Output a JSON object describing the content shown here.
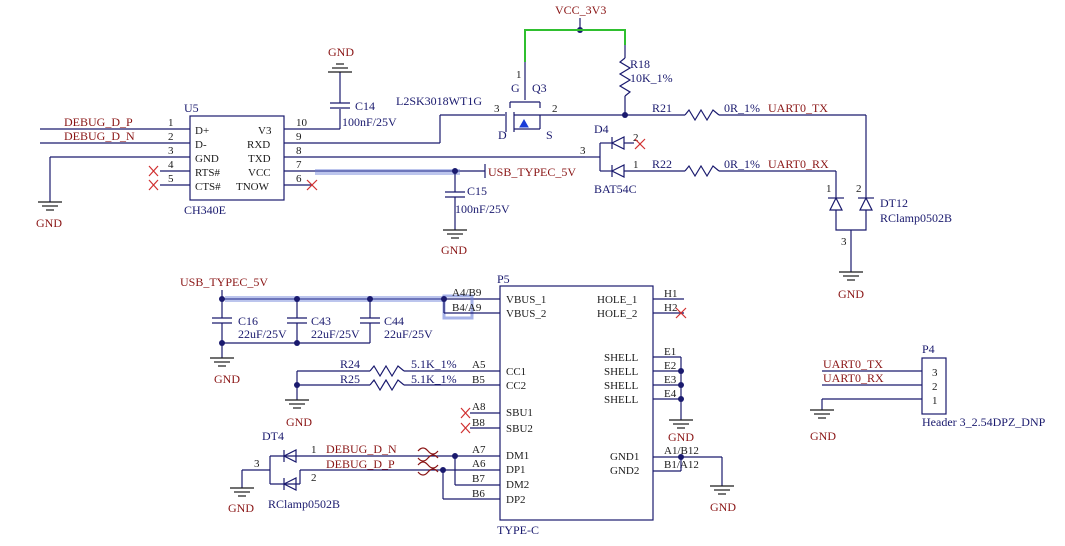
{
  "power": {
    "vcc": "VCC_3V3",
    "usb_5v": "USB_TYPEC_5V",
    "gnd": "GND"
  },
  "u5": {
    "ref": "U5",
    "part": "CH340E",
    "pins_left": [
      {
        "num": "1",
        "name": "D+"
      },
      {
        "num": "2",
        "name": "D-"
      },
      {
        "num": "3",
        "name": "GND"
      },
      {
        "num": "4",
        "name": "RTS#"
      },
      {
        "num": "5",
        "name": "CTS#"
      }
    ],
    "pins_right": [
      {
        "num": "10",
        "name": "V3"
      },
      {
        "num": "9",
        "name": "RXD"
      },
      {
        "num": "8",
        "name": "TXD"
      },
      {
        "num": "7",
        "name": "VCC"
      },
      {
        "num": "6",
        "name": "TNOW"
      }
    ]
  },
  "nets": {
    "debug_dp": "DEBUG_D_P",
    "debug_dn": "DEBUG_D_N",
    "uart_tx": "UART0_TX",
    "uart_rx": "UART0_RX"
  },
  "c14": {
    "ref": "C14",
    "value": "100nF/25V"
  },
  "c15": {
    "ref": "C15",
    "value": "100nF/25V"
  },
  "c16": {
    "ref": "C16",
    "value": "22uF/25V"
  },
  "c43": {
    "ref": "C43",
    "value": "22uF/25V"
  },
  "c44": {
    "ref": "C44",
    "value": "22uF/25V"
  },
  "q3": {
    "ref": "Q3",
    "part": "L2SK3018WT1G",
    "g": "G",
    "d": "D",
    "s": "S",
    "pin1": "1",
    "pin2": "2",
    "pin3": "3"
  },
  "r18": {
    "ref": "R18",
    "value": "10K_1%"
  },
  "r21": {
    "ref": "R21",
    "value": "0R_1%"
  },
  "r22": {
    "ref": "R22",
    "value": "0R_1%"
  },
  "r24": {
    "ref": "R24",
    "value": "5.1K_1%"
  },
  "r25": {
    "ref": "R25",
    "value": "5.1K_1%"
  },
  "d4": {
    "ref": "D4",
    "part": "BAT54C",
    "pin1": "1",
    "pin2": "2",
    "pin3": "3"
  },
  "dt12": {
    "ref": "DT12",
    "part": "RClamp0502B",
    "pin1": "1",
    "pin2": "2",
    "pin3": "3"
  },
  "dt4": {
    "ref": "DT4",
    "part": "RClamp0502B",
    "pin1": "1",
    "pin2": "2",
    "pin3": "3"
  },
  "p5": {
    "ref": "P5",
    "part": "TYPE-C",
    "left_pins": [
      {
        "num": "A4/B9",
        "name": "VBUS_1"
      },
      {
        "num": "B4/A9",
        "name": "VBUS_2"
      },
      {
        "num": "A5",
        "name": "CC1"
      },
      {
        "num": "B5",
        "name": "CC2"
      },
      {
        "num": "A8",
        "name": "SBU1"
      },
      {
        "num": "B8",
        "name": "SBU2"
      },
      {
        "num": "A7",
        "name": "DM1"
      },
      {
        "num": "A6",
        "name": "DP1"
      },
      {
        "num": "B7",
        "name": "DM2"
      },
      {
        "num": "B6",
        "name": "DP2"
      }
    ],
    "right_pins": [
      {
        "num": "H1",
        "name": "HOLE_1"
      },
      {
        "num": "H2",
        "name": "HOLE_2"
      },
      {
        "num": "E1",
        "name": "SHELL"
      },
      {
        "num": "E2",
        "name": "SHELL"
      },
      {
        "num": "E3",
        "name": "SHELL"
      },
      {
        "num": "E4",
        "name": "SHELL"
      },
      {
        "num": "A1/B12",
        "name": "GND1"
      },
      {
        "num": "B1/A12",
        "name": "GND2"
      }
    ]
  },
  "p4": {
    "ref": "P4",
    "part": "Header 3_2.54DPZ_DNP",
    "pins": [
      "3",
      "2",
      "1"
    ]
  }
}
